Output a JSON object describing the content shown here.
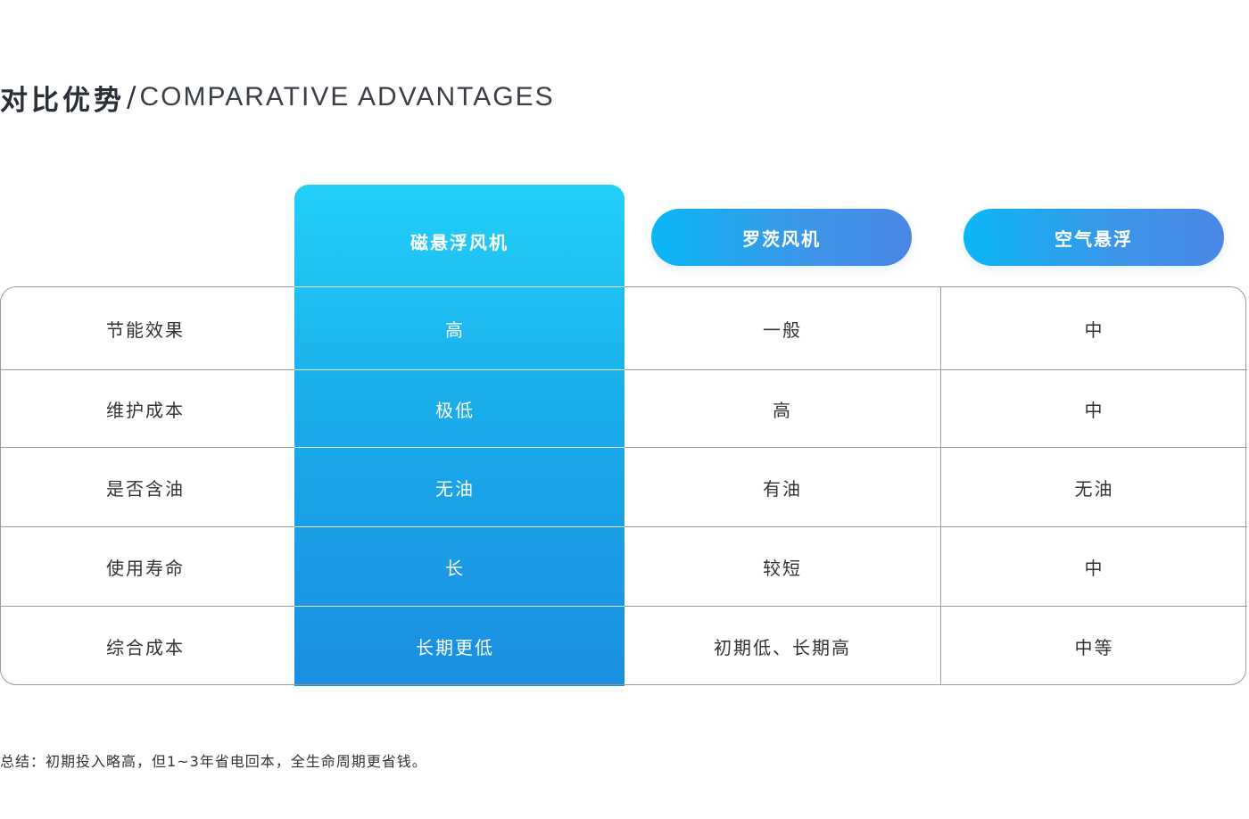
{
  "header": {
    "title_cn": "对比优势",
    "separator": "/",
    "title_en": "COMPARATIVE ADVANTAGES"
  },
  "columns": [
    "磁悬浮风机",
    "罗茨风机",
    "空气悬浮"
  ],
  "rows": [
    {
      "label": "节能效果",
      "values": [
        "高",
        "一般",
        "中"
      ]
    },
    {
      "label": "维护成本",
      "values": [
        "极低",
        "高",
        "中"
      ]
    },
    {
      "label": "是否含油",
      "values": [
        "无油",
        "有油",
        "无油"
      ]
    },
    {
      "label": "使用寿命",
      "values": [
        "长",
        "较短",
        "中"
      ]
    },
    {
      "label": "综合成本",
      "values": [
        "长期更低",
        "初期低、长期高",
        "中等"
      ]
    }
  ],
  "summary": "总结：初期投入略高，但1~3年省电回本，全生命周期更省钱。",
  "colors": {
    "featured_top": "#22d0f8",
    "featured_bottom": "#1a8ee0",
    "pill_start": "#0ab7f6",
    "pill_end": "#4a86e6",
    "border": "#9a9a9a"
  }
}
